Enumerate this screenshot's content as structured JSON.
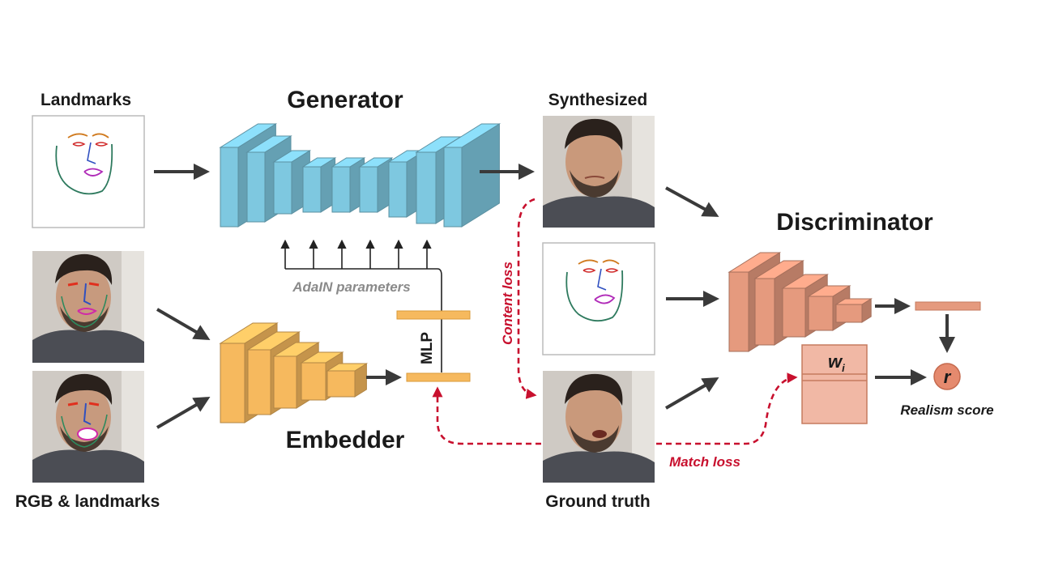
{
  "labels": {
    "landmarks": "Landmarks",
    "generator": "Generator",
    "synthesized": "Synthesized",
    "discriminator": "Discriminator",
    "adain": "AdaIN parameters",
    "mlp": "MLP",
    "content_loss": "Content loss",
    "embedder": "Embedder",
    "rgb_landmarks": "RGB & landmarks",
    "ground_truth": "Ground truth",
    "match_loss": "Match loss",
    "wi": "w",
    "wi_sub": "i",
    "r": "r",
    "realism_score": "Realism score"
  },
  "colors": {
    "generator": "#7ec8e0",
    "embedder": "#f6b95e",
    "discriminator": "#e59a7e",
    "loss": "#c8102e",
    "arrow": "#3a3a3a"
  }
}
